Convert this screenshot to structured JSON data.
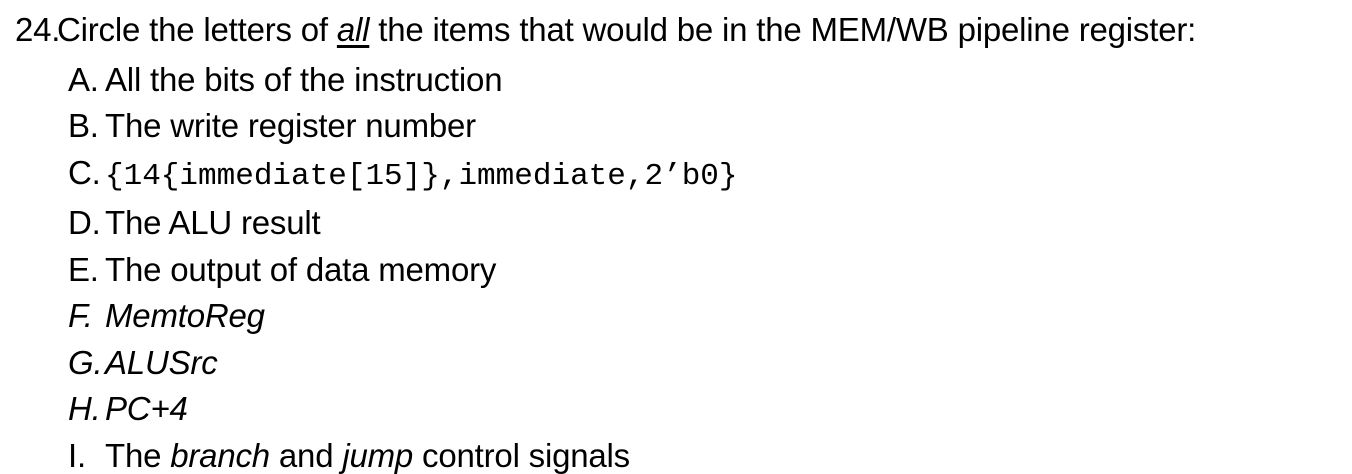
{
  "page": {
    "background_color": "#ffffff",
    "text_color": "#000000"
  },
  "question": {
    "number": "24.",
    "parts": [
      {
        "t": "Circle the letters of "
      },
      {
        "t": "all",
        "italic": true,
        "underline": true
      },
      {
        "t": " the items that would be in the MEM/WB pipeline register:"
      }
    ]
  },
  "options": [
    {
      "id": "a",
      "letter": "A.",
      "parts": [
        {
          "t": "All the bits of the instruction"
        }
      ]
    },
    {
      "id": "b",
      "letter": "B.",
      "parts": [
        {
          "t": "The write register number"
        }
      ]
    },
    {
      "id": "c",
      "letter": "C.",
      "parts": [
        {
          "t": "{14{immediate[15]},immediate,2’b0}",
          "mono": true
        }
      ]
    },
    {
      "id": "d",
      "letter": "D.",
      "parts": [
        {
          "t": "The ALU result"
        }
      ]
    },
    {
      "id": "e",
      "letter": "E.",
      "parts": [
        {
          "t": "The output of data memory"
        }
      ]
    },
    {
      "id": "f",
      "letter": "F.",
      "letter_italic": true,
      "parts": [
        {
          "t": "MemtoReg",
          "italic": true
        }
      ]
    },
    {
      "id": "g",
      "letter": "G.",
      "letter_italic": true,
      "parts": [
        {
          "t": "ALUSrc",
          "italic": true
        }
      ]
    },
    {
      "id": "h",
      "letter": "H.",
      "letter_italic": true,
      "parts": [
        {
          "t": "PC+4",
          "italic": true
        }
      ]
    },
    {
      "id": "i",
      "letter": "I.",
      "parts": [
        {
          "t": "The "
        },
        {
          "t": "branch",
          "italic": true
        },
        {
          "t": " and "
        },
        {
          "t": "jump",
          "italic": true
        },
        {
          "t": " control signals"
        }
      ]
    }
  ]
}
